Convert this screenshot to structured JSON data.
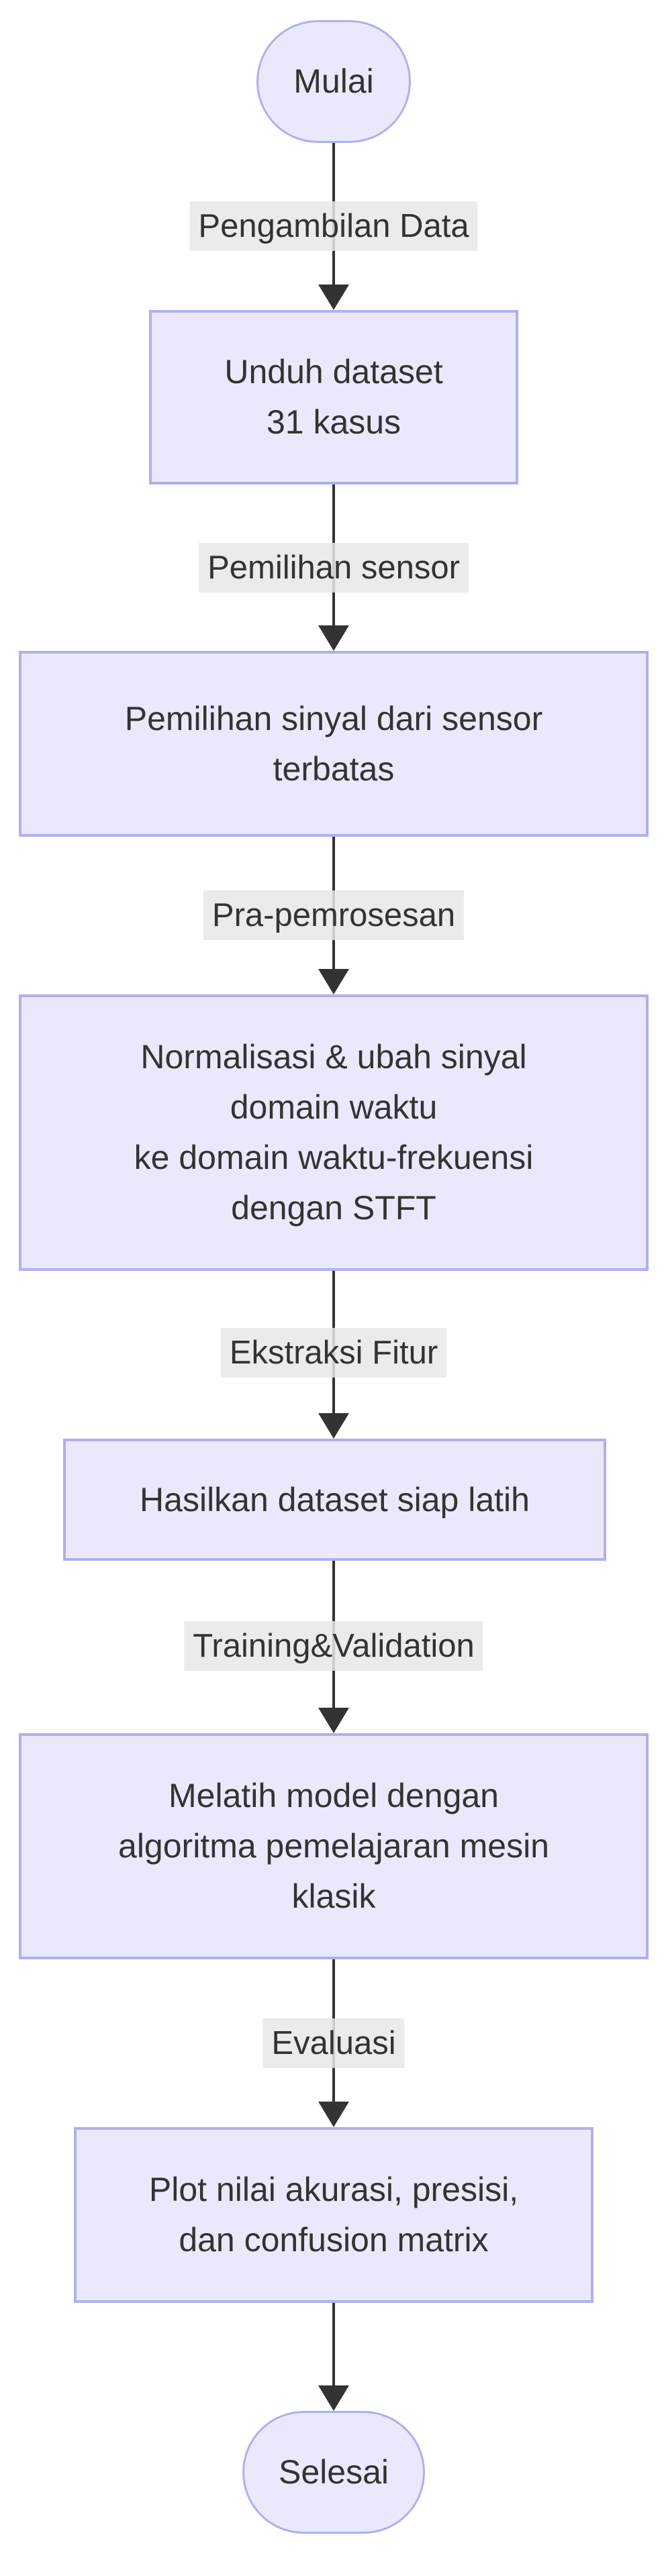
{
  "diagram": {
    "type": "flowchart",
    "direction": "top-down",
    "colors": {
      "background": "#FFFFFF",
      "node_fill": "#E9E9FB",
      "node_border": "#AFAFEF",
      "edge_label_bg": "#E8E8E8",
      "text": "#333333",
      "arrow": "#333333"
    },
    "nodes": [
      {
        "id": "start",
        "shape": "stadium",
        "label": "Mulai"
      },
      {
        "id": "unduh-dataset",
        "shape": "rect",
        "lines": [
          "Unduh dataset",
          "31 kasus"
        ]
      },
      {
        "id": "pemilihan-sinyal",
        "shape": "rect",
        "lines": [
          "Pemilihan sinyal dari sensor",
          "terbatas"
        ]
      },
      {
        "id": "normalisasi-stft",
        "shape": "rect",
        "lines": [
          "Normalisasi & ubah sinyal",
          "domain waktu",
          "ke domain waktu-frekuensi",
          "dengan STFT"
        ]
      },
      {
        "id": "hasilkan-dataset",
        "shape": "rect",
        "lines": [
          "Hasilkan dataset siap latih"
        ]
      },
      {
        "id": "melatih-model",
        "shape": "rect",
        "lines": [
          "Melatih model dengan",
          "algoritma pemelajaran mesin",
          "klasik"
        ]
      },
      {
        "id": "plot-evaluasi",
        "shape": "rect",
        "lines": [
          "Plot nilai akurasi, presisi,",
          "dan confusion matrix"
        ]
      },
      {
        "id": "end",
        "shape": "stadium",
        "label": "Selesai"
      }
    ],
    "edges": [
      {
        "from": "start",
        "to": "unduh-dataset",
        "label": "Pengambilan Data"
      },
      {
        "from": "unduh-dataset",
        "to": "pemilihan-sinyal",
        "label": "Pemilihan sensor"
      },
      {
        "from": "pemilihan-sinyal",
        "to": "normalisasi-stft",
        "label": "Pra-pemrosesan"
      },
      {
        "from": "normalisasi-stft",
        "to": "hasilkan-dataset",
        "label": "Ekstraksi Fitur"
      },
      {
        "from": "hasilkan-dataset",
        "to": "melatih-model",
        "label": "Training&Validation"
      },
      {
        "from": "melatih-model",
        "to": "plot-evaluasi",
        "label": "Evaluasi"
      },
      {
        "from": "plot-evaluasi",
        "to": "end",
        "label": ""
      }
    ]
  }
}
